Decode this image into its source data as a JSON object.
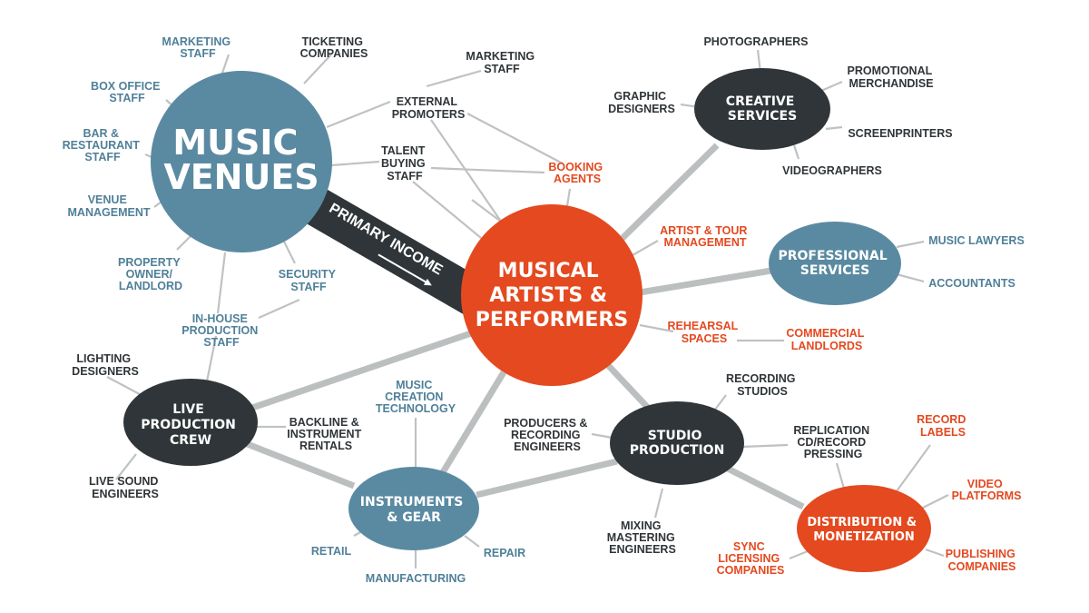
{
  "colors": {
    "dark": "#2f3538",
    "blue": "#5a8aa2",
    "orange": "#e4491f",
    "line": "#bfc2c3"
  },
  "hubs": {
    "music_venues": [
      "MUSIC",
      "VENUES"
    ],
    "musical_artists": [
      "MUSICAL",
      "ARTISTS &",
      "PERFORMERS"
    ],
    "creative_services": [
      "CREATIVE",
      "SERVICES"
    ],
    "professional_services": [
      "PROFESSIONAL",
      "SERVICES"
    ],
    "live_production_crew": [
      "LIVE",
      "PRODUCTION",
      "CREW"
    ],
    "instruments_gear": [
      "INSTRUMENTS",
      "& GEAR"
    ],
    "studio_production": [
      "STUDIO",
      "PRODUCTION"
    ],
    "distribution": [
      "DISTRIBUTION &",
      "MONETIZATION"
    ]
  },
  "primary_income": "PRIMARY INCOME",
  "labels": {
    "marketing_staff_venue": [
      "MARKETING",
      "STAFF"
    ],
    "box_office": [
      "BOX OFFICE",
      "STAFF"
    ],
    "bar_restaurant": [
      "BAR &",
      "RESTAURANT",
      "STAFF"
    ],
    "venue_management": [
      "VENUE",
      "MANAGEMENT"
    ],
    "property_owner": [
      "PROPERTY",
      "OWNER/",
      "LANDLORD"
    ],
    "security_staff": [
      "SECURITY",
      "STAFF"
    ],
    "in_house_production": [
      "IN-HOUSE",
      "PRODUCTION",
      "STAFF"
    ],
    "ticketing": [
      "TICKETING",
      "COMPANIES"
    ],
    "marketing_staff_ext": [
      "MARKETING",
      "STAFF"
    ],
    "external_promoters": [
      "EXTERNAL",
      "PROMOTERS"
    ],
    "talent_buying": [
      "TALENT",
      "BUYING",
      "STAFF"
    ],
    "booking_agents": [
      "BOOKING",
      "AGENTS"
    ],
    "artist_tour_mgmt": [
      "ARTIST & TOUR",
      "MANAGEMENT"
    ],
    "graphic_designers": [
      "GRAPHIC",
      "DESIGNERS"
    ],
    "photographers": [
      "PHOTOGRAPHERS"
    ],
    "promotional_merch": [
      "PROMOTIONAL",
      "MERCHANDISE"
    ],
    "screenprinters": [
      "SCREENPRINTERS"
    ],
    "videographers": [
      "VIDEOGRAPHERS"
    ],
    "music_lawyers": [
      "MUSIC LAWYERS"
    ],
    "accountants": [
      "ACCOUNTANTS"
    ],
    "rehearsal_spaces": [
      "REHEARSAL",
      "SPACES"
    ],
    "commercial_landlords": [
      "COMMERCIAL",
      "LANDLORDS"
    ],
    "lighting_designers": [
      "LIGHTING",
      "DESIGNERS"
    ],
    "live_sound_engineers": [
      "LIVE SOUND",
      "ENGINEERS"
    ],
    "backline": [
      "BACKLINE &",
      "INSTRUMENT",
      "RENTALS"
    ],
    "music_creation_tech": [
      "MUSIC",
      "CREATION",
      "TECHNOLOGY"
    ],
    "retail": [
      "RETAIL"
    ],
    "repair": [
      "REPAIR"
    ],
    "manufacturing": [
      "MANUFACTURING"
    ],
    "producers": [
      "PRODUCERS &",
      "RECORDING",
      "ENGINEERS"
    ],
    "recording_studios": [
      "RECORDING",
      "STUDIOS"
    ],
    "replication": [
      "REPLICATION",
      "CD/RECORD",
      "PRESSING"
    ],
    "mixing_mastering": [
      "MIXING",
      "MASTERING",
      "ENGINEERS"
    ],
    "record_labels": [
      "RECORD",
      "LABELS"
    ],
    "video_platforms": [
      "VIDEO",
      "PLATFORMS"
    ],
    "publishing": [
      "PUBLISHING",
      "COMPANIES"
    ],
    "sync_licensing": [
      "SYNC",
      "LICENSING",
      "COMPANIES"
    ]
  }
}
